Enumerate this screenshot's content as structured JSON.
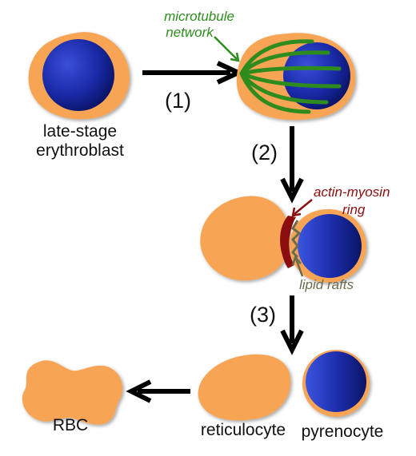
{
  "labels": {
    "late_stage": "late-stage",
    "erythroblast": "erythroblast",
    "microtubule": "microtubule",
    "network": "network",
    "actin_myosin": "actin-myosin",
    "ring": "ring",
    "lipid_rafts": "lipid rafts",
    "rbc": "RBC",
    "reticulocyte": "reticulocyte",
    "pyrenocyte": "pyrenocyte"
  },
  "steps": {
    "step1": "(1)",
    "step2": "(2)",
    "step3": "(3)"
  },
  "colors": {
    "cytoplasm": "#F7A555",
    "nucleus": "#13208A",
    "microtubule": "#2E8B1E",
    "actin_myosin": "#8B0D0D",
    "lipid_rafts": "#6B6B4E",
    "arrow": "#000000"
  }
}
